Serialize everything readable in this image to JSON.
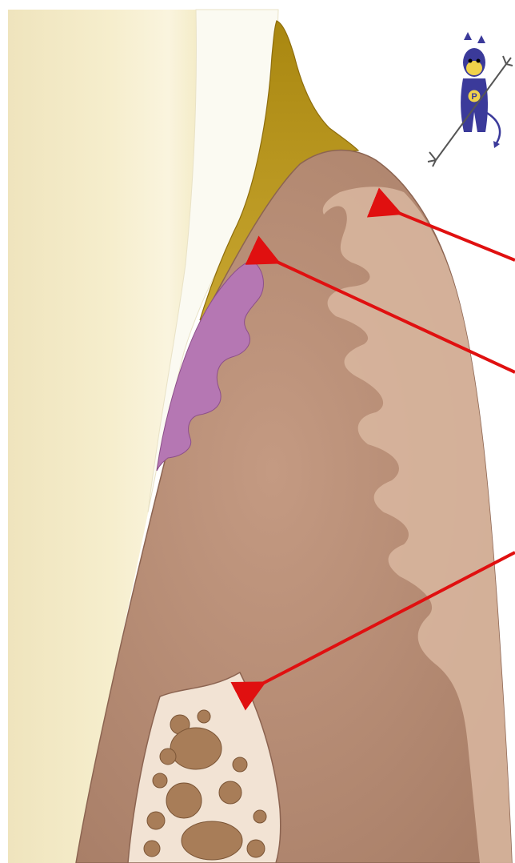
{
  "figure": {
    "subject": "gingival-tissue-cross-section",
    "structures": [
      "tooth-enamel",
      "calculus-deposit",
      "epithelium-layer",
      "sulcular-epithelium",
      "rete-ridges",
      "connective-tissue",
      "alveolar-bone"
    ],
    "pointer_arrows": 3,
    "colors": {
      "page_background": "#ffffff",
      "tooth": "#f3eac6",
      "tooth_highlight": "#fbf6df",
      "enamel_white": "#fbfaf3",
      "calculus": "#b8961e",
      "gingiva": "#b88e78",
      "gingiva_light": "#e4c9b4",
      "sulcus_epithelium": "#b979b4",
      "bone_marrow": "#a87d58",
      "bone": "#f2e3d4",
      "arrow": "#e01010",
      "mascot_body": "#3b3a9a"
    },
    "mascot": {
      "icon": "devil-with-trident-icon",
      "badge_letter": "P"
    }
  }
}
